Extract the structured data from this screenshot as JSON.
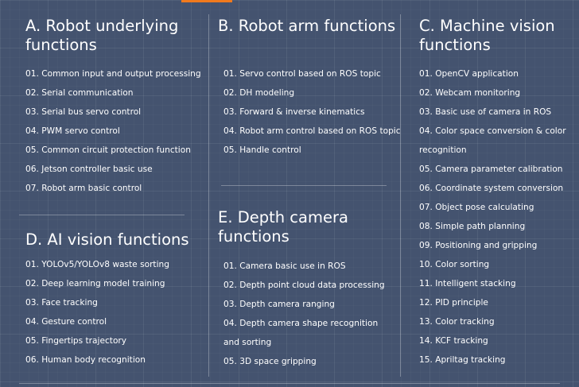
{
  "sections": {
    "a": {
      "title": "A. Robot underlying functions",
      "items": [
        "01. Common input and output processing",
        "02. Serial communication",
        "03. Serial bus servo control",
        "04. PWM servo control",
        "05. Common circuit protection function",
        "06. Jetson controller basic use",
        "07. Robot arm basic control"
      ]
    },
    "b": {
      "title": "B. Robot arm functions",
      "items": [
        "01. Servo control based on ROS topic",
        "02. DH modeling",
        "03. Forward & inverse kinematics",
        "04. Robot arm control based on ROS topic",
        "05. Handle control"
      ]
    },
    "c": {
      "title": "C. Machine vision functions",
      "items": [
        "01. OpenCV application",
        "02. Webcam monitoring",
        "03. Basic use of camera in ROS",
        "04. Color space conversion & color recognition",
        "05. Camera parameter calibration",
        "06. Coordinate system conversion",
        "07. Object pose calculating",
        "08. Simple path planning",
        "09. Positioning and gripping",
        "10. Color sorting",
        "11. Intelligent stacking",
        "12. PID principle",
        "13. Color tracking",
        "14. KCF tracking",
        "15. Apriltag tracking"
      ]
    },
    "d": {
      "title": "D. AI vision functions",
      "items": [
        "01. YOLOv5/YOLOv8 waste sorting",
        "02. Deep learning model training",
        "03. Face tracking",
        "04. Gesture control",
        "05. Fingertips trajectory",
        "06. Human body recognition"
      ]
    },
    "e": {
      "title": "E. Depth camera functions",
      "items": [
        "01. Camera basic use in ROS",
        "02. Depth point cloud data processing",
        "03. Depth camera ranging",
        "04. Depth camera shape recognition and sorting",
        "05. 3D space gripping"
      ]
    }
  }
}
